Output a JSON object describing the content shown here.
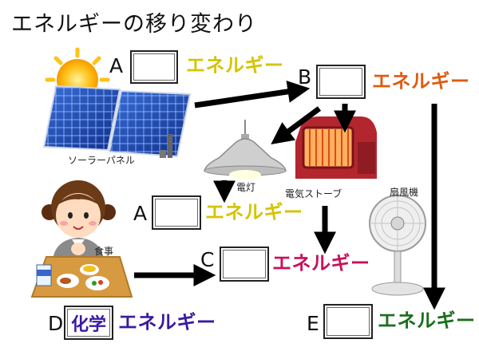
{
  "title": "エネルギーの移り変わり",
  "labels": {
    "a_top": "A",
    "b": "B",
    "a_mid": "A",
    "c": "C",
    "d": "D",
    "e": "E"
  },
  "energy_word": "エネルギー",
  "filled_answer_d": "化学",
  "items": {
    "solar": "ソーラーパネル",
    "lamp": "電灯",
    "stove": "電気ストーブ",
    "fan": "扇風機",
    "meal": "食事"
  },
  "box_d_value": "化学",
  "colors": {
    "a": "#d4c400",
    "b": "#e05a10",
    "c": "#c8105a",
    "d": "#3a1aa0",
    "e": "#1b6e1b"
  }
}
